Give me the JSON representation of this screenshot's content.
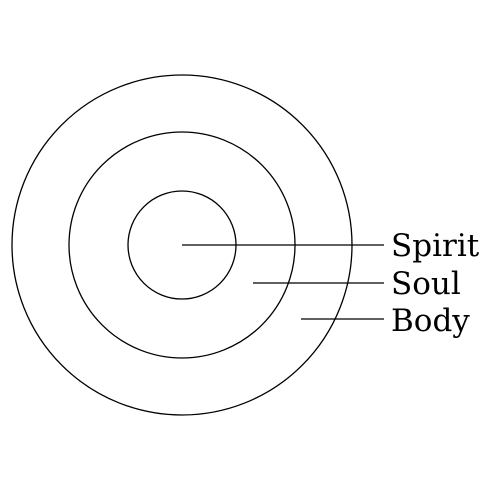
{
  "diagram": {
    "labels": {
      "spirit": "Spirit",
      "soul": "Soul",
      "body": "Body"
    },
    "line_color": "#000000",
    "background_color": "#ffffff"
  }
}
